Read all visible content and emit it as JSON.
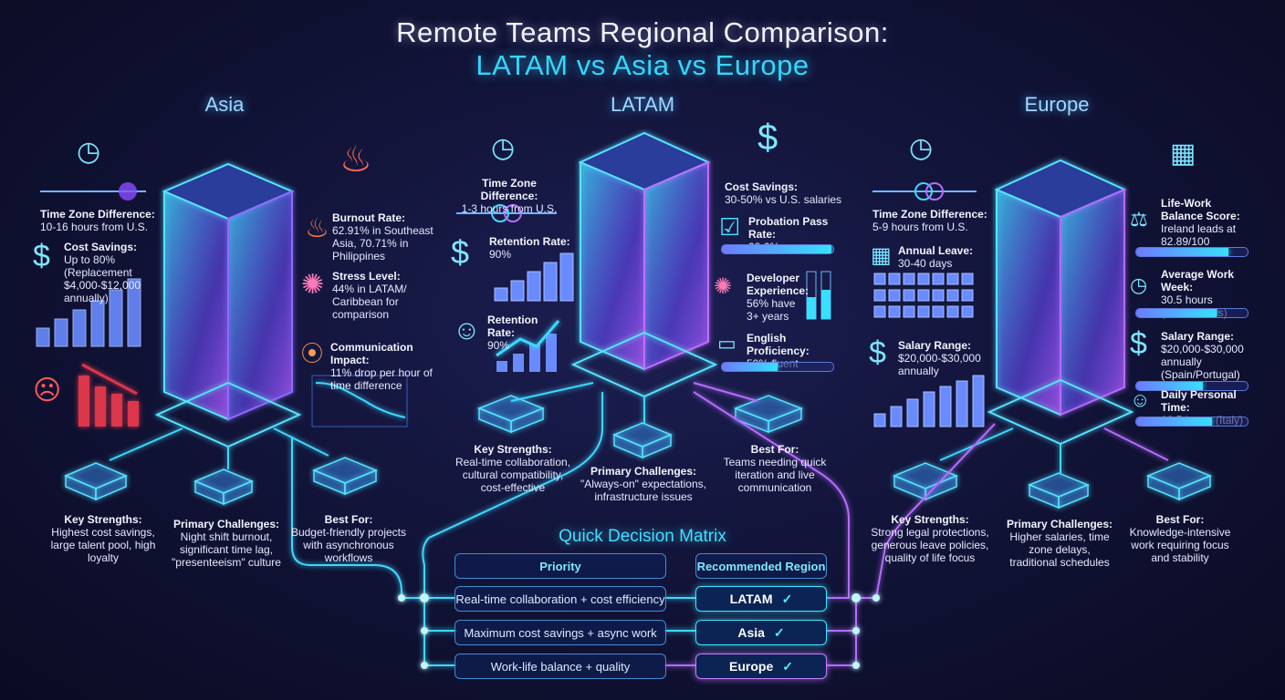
{
  "title": {
    "line1": "Remote Teams Regional Comparison:",
    "line2": "LATAM vs Asia vs Europe"
  },
  "regions": {
    "asia": "Asia",
    "latam": "LATAM",
    "europe": "Europe"
  },
  "asia": {
    "time_zone": {
      "title": "Time Zone Difference:",
      "text": "10-16 hours from U.S."
    },
    "cost_savings": {
      "title": "Cost Savings:",
      "text": "Up to 80% (Replacement $4,000-$12,000 annually)"
    },
    "burnout": {
      "title": "Burnout Rate:",
      "text": "62.91% in Southeast Asia, 70.71% in Philippines"
    },
    "stress": {
      "title": "Stress Level:",
      "text": "44% in LATAM/ Caribbean for comparison"
    },
    "communication": {
      "title": "Communication Impact:",
      "text": "11% drop per hour of time difference"
    },
    "key_strengths": {
      "title": "Key Strengths:",
      "text": "Highest cost savings, large talent pool, high loyalty"
    },
    "challenges": {
      "title": "Primary Challenges:",
      "text": "Night shift burnout, significant time lag, \"presenteeism\" culture"
    },
    "best_for": {
      "title": "Best For:",
      "text": "Budget-friendly projects with asynchronous workflows"
    }
  },
  "latam": {
    "time_zone": {
      "title": "Time Zone Difference:",
      "text": "1-3 hours from U.S."
    },
    "retention_a": {
      "title": "Retention Rate:",
      "text": "90%"
    },
    "retention_b": {
      "title": "Retention Rate:",
      "text": "90%"
    },
    "cost_savings": {
      "title": "Cost Savings:",
      "text": "30-50% vs U.S. salaries"
    },
    "probation": {
      "title": "Probation Pass Rate:",
      "text": "98.6%",
      "value": 0.986
    },
    "developer": {
      "title": "Developer Experience:",
      "text": "56% have 3+ years"
    },
    "english": {
      "title": "English Proficiency:",
      "text": "50% fluent",
      "value": 0.5
    },
    "key_strengths": {
      "title": "Key Strengths:",
      "text": "Real-time collaboration, cultural compatibility, cost-effective"
    },
    "challenges": {
      "title": "Primary Challenges:",
      "text": "\"Always-on\" expectations, infrastructure issues"
    },
    "best_for": {
      "title": "Best For:",
      "text": "Teams needing quick iteration and live communication"
    }
  },
  "europe": {
    "time_zone": {
      "title": "Time Zone Difference:",
      "text": "5-9 hours from U.S."
    },
    "annual_leave": {
      "title": "Annual Leave:",
      "text": "30-40 days"
    },
    "salary": {
      "title": "Salary Range:",
      "text": "$20,000-$30,000 annually"
    },
    "life_work": {
      "title": "Life-Work Balance Score:",
      "text": "Ireland leads at 82.89/100",
      "value": 0.83
    },
    "work_week": {
      "title": "Average Work Week:",
      "text": "30.5 hours (Netherlands)",
      "value": 0.72
    },
    "salary_range_b": {
      "title": "Salary Range:",
      "text": "$20,000-$30,000 annually (Spain/Portugal)",
      "value": 0.6
    },
    "personal_time": {
      "title": "Daily Personal Time:",
      "text": "16.5 hours (Italy)",
      "value": 0.68
    },
    "key_strengths": {
      "title": "Key Strengths:",
      "text": "Strong legal protections, generous leave policies, quality of life focus"
    },
    "challenges": {
      "title": "Primary Challenges:",
      "text": "Higher salaries, time zone delays, traditional schedules"
    },
    "best_for": {
      "title": "Best For:",
      "text": "Knowledge-intensive work requiring focus and stability"
    }
  },
  "matrix": {
    "title": "Quick Decision Matrix",
    "header_priority": "Priority",
    "header_region": "Recommended Region",
    "rows": [
      {
        "priority": "Real-time collaboration + cost efficiency",
        "region": "LATAM"
      },
      {
        "priority": "Maximum cost savings + async work",
        "region": "Asia"
      },
      {
        "priority": "Work-life balance + quality",
        "region": "Europe"
      }
    ]
  },
  "icons": {
    "clock": "clock-icon",
    "dollar": "dollar-icon",
    "flame": "flame-icon",
    "brain": "brain-icon",
    "signal": "signal-icon",
    "check": "check-icon",
    "calendar": "calendar-icon",
    "scale": "scale-icon",
    "person": "person-icon"
  },
  "colors": {
    "cyan": "#37e0ff",
    "purple": "#b46cff",
    "red": "#ff4b55",
    "background": "#12143a"
  }
}
